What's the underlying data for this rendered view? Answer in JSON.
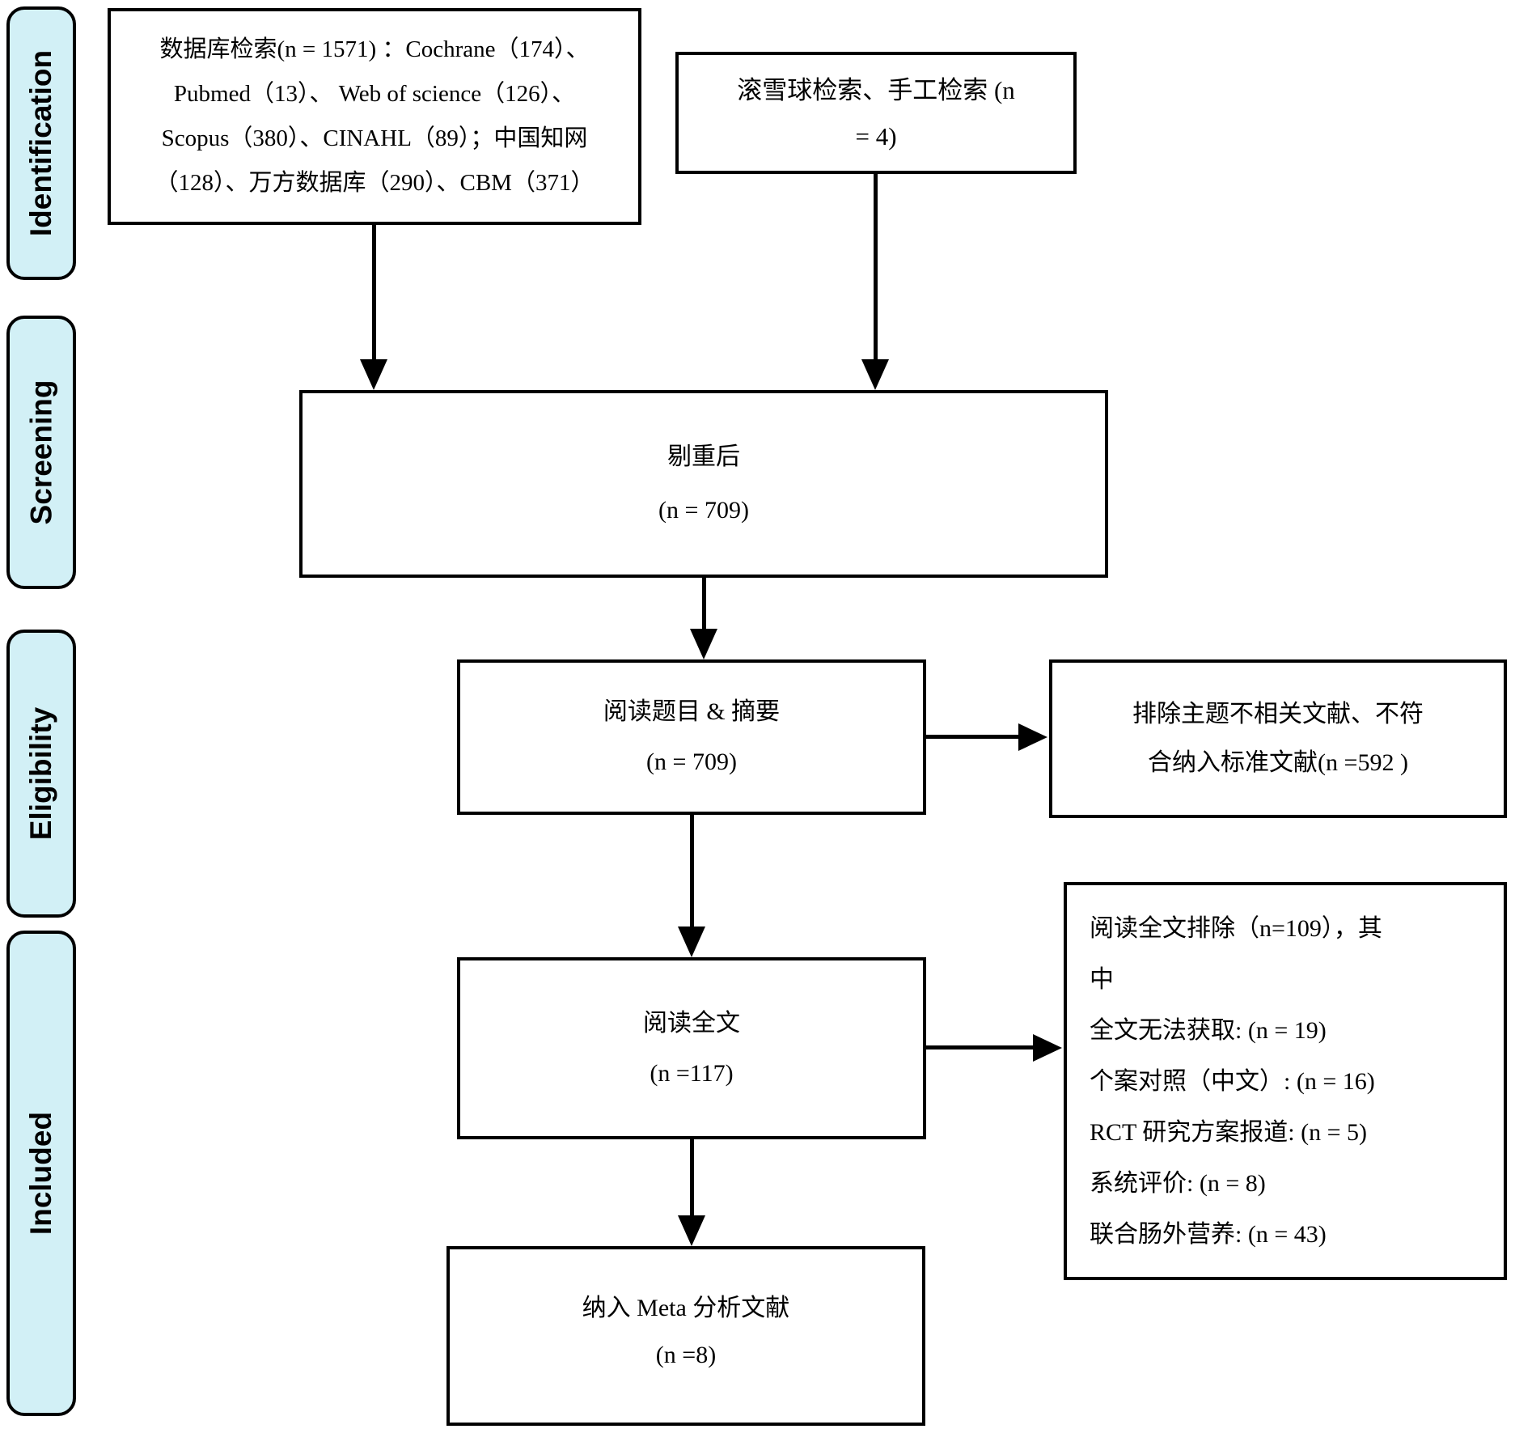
{
  "sidebar": {
    "stages": [
      {
        "id": "identification",
        "label": "Identification"
      },
      {
        "id": "screening",
        "label": "Screening"
      },
      {
        "id": "eligibility",
        "label": "Eligibility"
      },
      {
        "id": "included",
        "label": "Included"
      }
    ]
  },
  "boxes": {
    "database_search": {
      "lines": [
        "数据库检索(n = 1571) ：Cochrane（174）、",
        "Pubmed（13）、 Web of science（126）、",
        "Scopus（380）、CINAHL（89）；中国知网",
        "（128）、万方数据库（290）、CBM（371）"
      ]
    },
    "manual_search": {
      "lines": [
        "滚雪球检索、手工检索  (n",
        "= 4)"
      ]
    },
    "deduplicated": {
      "lines": [
        "剔重后",
        "(n = 709)"
      ]
    },
    "title_abstract": {
      "lines": [
        "阅读题目 & 摘要",
        "(n = 709)"
      ]
    },
    "excluded_title_abstract": {
      "lines": [
        "排除主题不相关文献、不符",
        "合纳入标准文献(n =592 )"
      ]
    },
    "full_text": {
      "lines": [
        "阅读全文",
        "(n =117)"
      ]
    },
    "excluded_full_text": {
      "lines": [
        "阅读全文排除（n=109），其",
        "中",
        "全文无法获取: (n = 19)",
        "个案对照（中文）: (n = 16)",
        "RCT 研究方案报道: (n = 5)",
        "系统评价: (n = 8)",
        "联合肠外营养: (n = 43)"
      ]
    },
    "included_meta": {
      "lines": [
        "纳入 Meta 分析文献",
        "(n =8)"
      ]
    }
  },
  "colors": {
    "stage_fill": "#d2f0f6",
    "line": "#000000"
  }
}
